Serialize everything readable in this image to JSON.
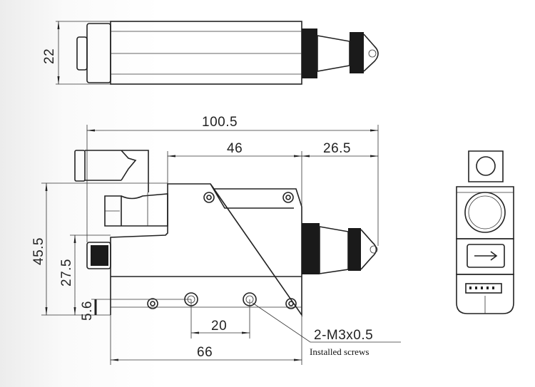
{
  "title": "Sensor dimension drawing",
  "dimensions": {
    "top_height": "22",
    "overall_length": "100.5",
    "body_top_length": "46",
    "nozzle_length": "26.5",
    "overall_height": "45.5",
    "body_height": "27.5",
    "hole_height": "5.6",
    "hole_pitch": "20",
    "base_length": "66"
  },
  "callout": {
    "thread": "2-M3x0.5",
    "note": "Installed screws"
  }
}
